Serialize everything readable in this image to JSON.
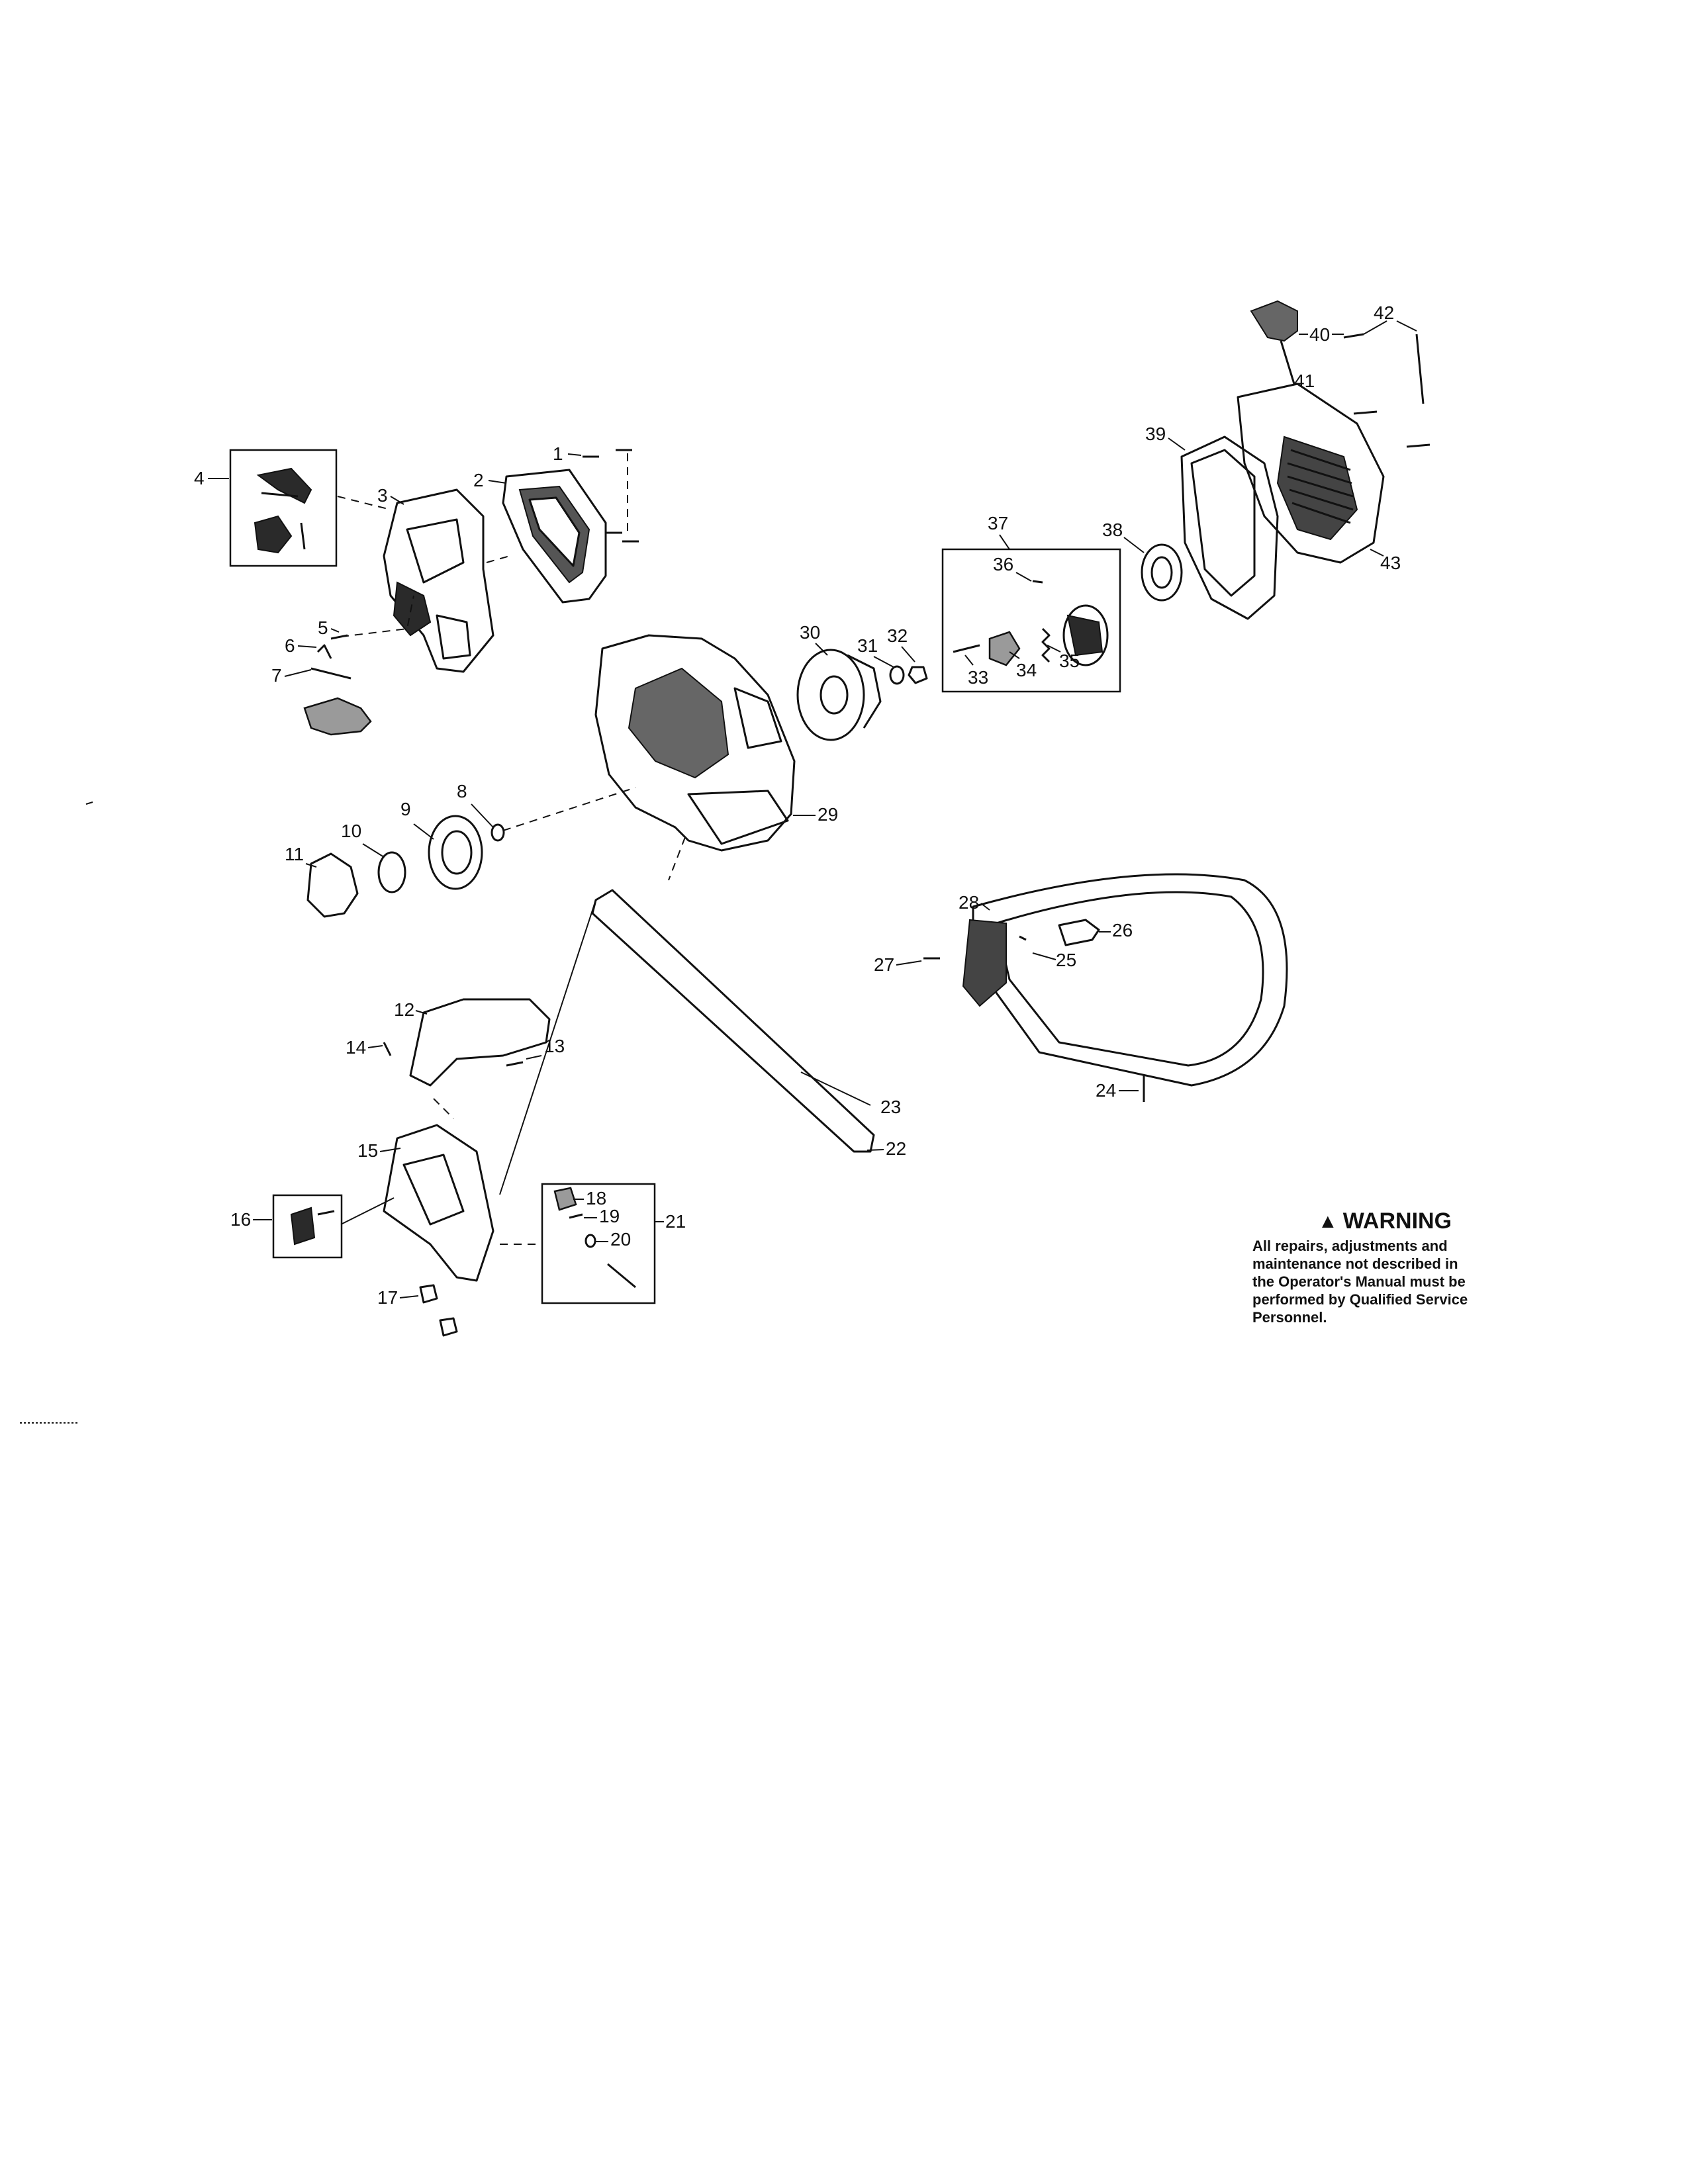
{
  "callouts": [
    {
      "n": "1",
      "text": "1"
    },
    {
      "n": "2",
      "text": "2"
    },
    {
      "n": "3",
      "text": "3"
    },
    {
      "n": "4",
      "text": "4"
    },
    {
      "n": "5",
      "text": "5"
    },
    {
      "n": "6",
      "text": "6"
    },
    {
      "n": "7",
      "text": "7"
    },
    {
      "n": "8",
      "text": "8"
    },
    {
      "n": "9",
      "text": "9"
    },
    {
      "n": "10",
      "text": "10"
    },
    {
      "n": "11",
      "text": "11"
    },
    {
      "n": "12",
      "text": "12"
    },
    {
      "n": "13",
      "text": "13"
    },
    {
      "n": "14",
      "text": "14"
    },
    {
      "n": "15",
      "text": "15"
    },
    {
      "n": "16",
      "text": "16"
    },
    {
      "n": "17",
      "text": "17"
    },
    {
      "n": "18",
      "text": "18"
    },
    {
      "n": "19",
      "text": "19"
    },
    {
      "n": "20",
      "text": "20"
    },
    {
      "n": "21",
      "text": "21"
    },
    {
      "n": "22",
      "text": "22"
    },
    {
      "n": "23",
      "text": "23"
    },
    {
      "n": "24",
      "text": "24"
    },
    {
      "n": "25",
      "text": "25"
    },
    {
      "n": "26",
      "text": "26"
    },
    {
      "n": "27",
      "text": "27"
    },
    {
      "n": "28",
      "text": "28"
    },
    {
      "n": "29",
      "text": "29"
    },
    {
      "n": "30",
      "text": "30"
    },
    {
      "n": "31",
      "text": "31"
    },
    {
      "n": "32",
      "text": "32"
    },
    {
      "n": "33",
      "text": "33"
    },
    {
      "n": "34",
      "text": "34"
    },
    {
      "n": "35",
      "text": "35"
    },
    {
      "n": "36",
      "text": "36"
    },
    {
      "n": "37",
      "text": "37"
    },
    {
      "n": "38",
      "text": "38"
    },
    {
      "n": "39",
      "text": "39"
    },
    {
      "n": "40",
      "text": "40"
    },
    {
      "n": "41",
      "text": "41"
    },
    {
      "n": "42",
      "text": "42"
    },
    {
      "n": "43",
      "text": "43"
    }
  ],
  "warning": {
    "title": "WARNING",
    "body": "All repairs, adjustments and\nmaintenance not described in\nthe Operator's Manual must be\nperformed by Qualified Service\nPersonnel."
  }
}
